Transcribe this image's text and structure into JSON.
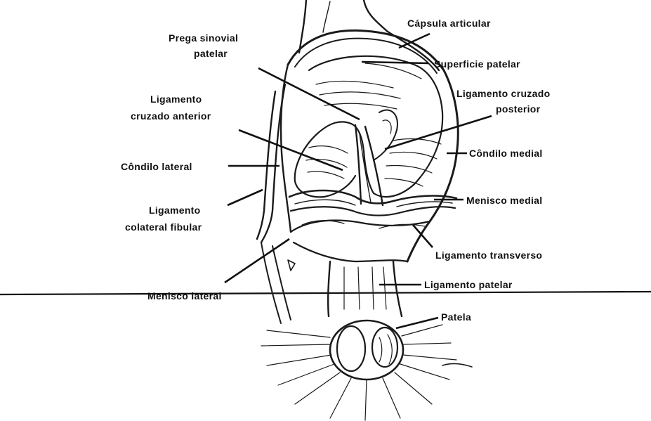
{
  "colors": {
    "ink": "#111111",
    "background": "#ffffff"
  },
  "labels": {
    "capsula": "Cápsula articular",
    "superficie": "Superficie patelar",
    "prega_l1": "Prega sinovial",
    "prega_l2": "patelar",
    "lca_l1": "Ligamento",
    "lca_l2": "cruzado anterior",
    "lcp_l1": "Ligamento cruzado",
    "lcp_l2": "posterior",
    "condilo_lateral": "Côndilo lateral",
    "condilo_medial": "Côndilo medial",
    "menisco_medial": "Menisco medial",
    "lcf_l1": "Ligamento",
    "lcf_l2": "colateral fibular",
    "lig_transverso": "Ligamento transverso",
    "lig_patelar": "Ligamento patelar",
    "menisco_lateral": "Menisco lateral",
    "patela": "Patela"
  }
}
